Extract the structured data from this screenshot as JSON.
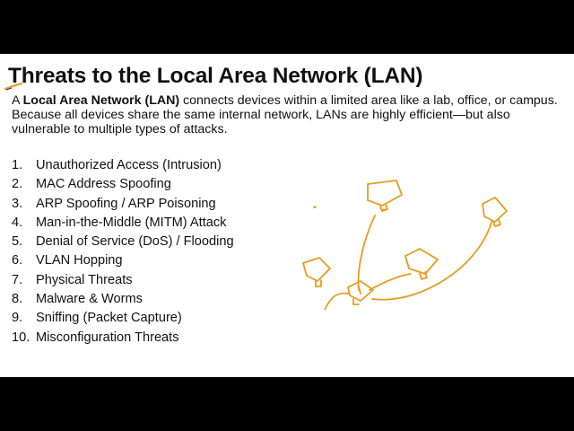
{
  "slide": {
    "title": "Threats to the Local Area Network (LAN)",
    "intro": {
      "prefix": "A ",
      "bold": "Local Area Network (LAN)",
      "rest": " connects devices within a limited area like a lab, office, or campus. Because all devices share the same internal network, LANs are highly efficient—but also vulnerable to multiple types of attacks."
    },
    "threats": [
      {
        "num": "1.",
        "label": "Unauthorized Access (Intrusion)"
      },
      {
        "num": "2.",
        "label": "MAC Address Spoofing"
      },
      {
        "num": "3.",
        "label": "ARP Spoofing / ARP Poisoning"
      },
      {
        "num": "4.",
        "label": "Man-in-the-Middle (MITM) Attack"
      },
      {
        "num": "5.",
        "label": "Denial of Service (DoS) / Flooding"
      },
      {
        "num": "6.",
        "label": "VLAN Hopping"
      },
      {
        "num": "7.",
        "label": "Physical Threats"
      },
      {
        "num": "8.",
        "label": "Malware & Worms"
      },
      {
        "num": "9.",
        "label": "Sniffing (Packet Capture)"
      },
      {
        "num": "10.",
        "label": "Misconfiguration Threats"
      }
    ]
  },
  "colors": {
    "ink": "#E89B1E",
    "letterbox": "#000000",
    "slide_background": "#FFFFFF",
    "text": "#111111"
  },
  "drawing": {
    "description_icons": [
      "computer-sketch-icon",
      "router-sketch-icon",
      "network-link-icon"
    ]
  }
}
